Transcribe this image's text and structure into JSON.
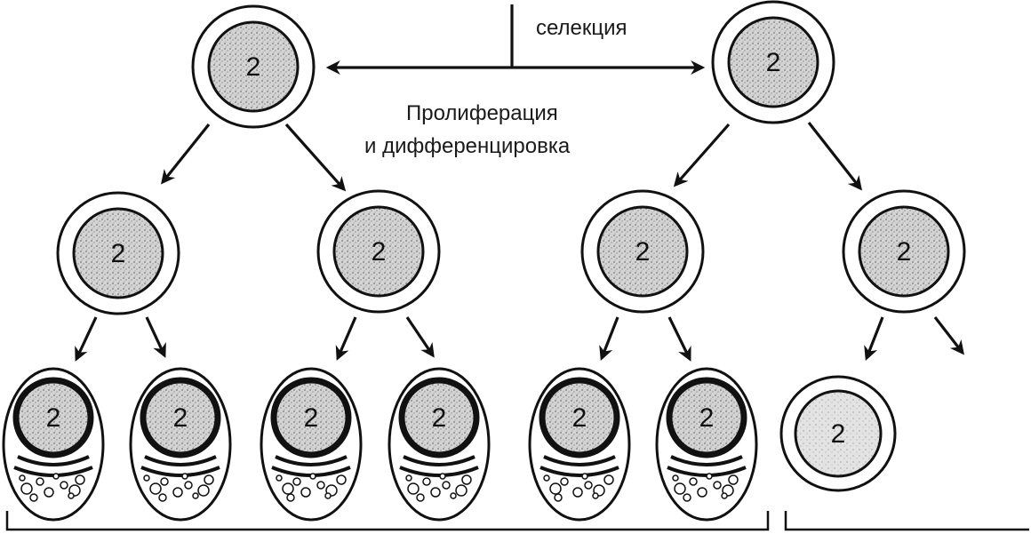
{
  "labels": {
    "selection": "селекция",
    "proliferation_line1": "Пролиферация",
    "proliferation_line2": "и дифференцировка"
  },
  "cell_label": "2",
  "cells": {
    "top_left": "2",
    "top_right": "2",
    "mid_1": "2",
    "mid_2": "2",
    "mid_3": "2",
    "mid_4": "2",
    "bottom_1": "2",
    "bottom_2": "2",
    "bottom_3": "2",
    "bottom_4": "2",
    "bottom_5": "2",
    "bottom_6": "2",
    "bottom_7": "2"
  },
  "colors": {
    "ink": "#111111",
    "nucleus_fill": "#c9c9c9",
    "background": "#ffffff"
  }
}
